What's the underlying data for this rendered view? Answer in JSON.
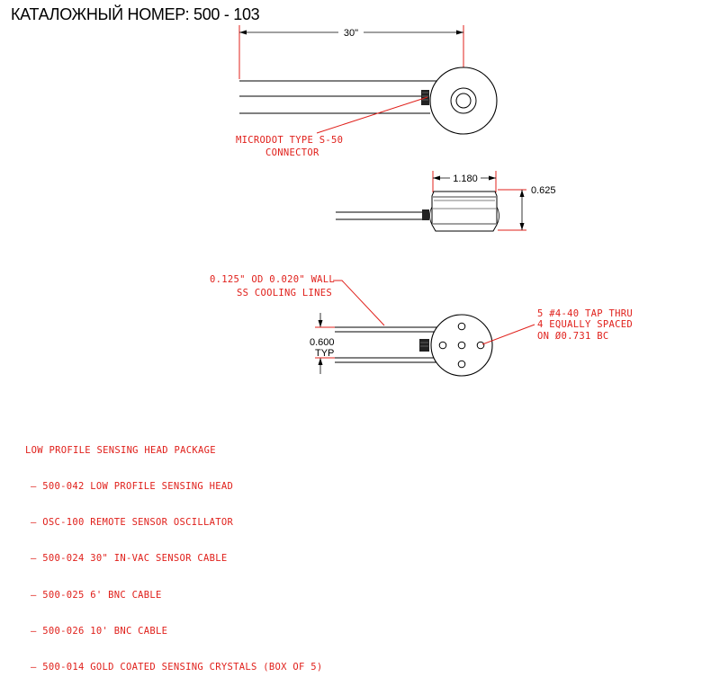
{
  "header": {
    "title": "КАТАЛОЖНЫЙ НОМЕР: 500 - 103"
  },
  "dimensions": {
    "length": "30\"",
    "width": "1.180",
    "height": "0.625",
    "spacing": "0.600",
    "spacing_typ": "TYP"
  },
  "callouts": {
    "connector": [
      "MICRODOT TYPE S-50",
      "CONNECTOR"
    ],
    "cooling": [
      "0.125\" OD 0.020\" WALL",
      "SS COOLING LINES"
    ],
    "taps": [
      "5 #4-40 TAP THRU",
      "4 EQUALLY SPACED",
      "ON Ø0.731 BC"
    ]
  },
  "package": {
    "heading": "LOW PROFILE SENSING HEAD PACKAGE",
    "items": [
      "– 500-042 LOW PROFILE SENSING HEAD",
      "– OSC-100 REMOTE SENSOR OSCILLATOR",
      "– 500-024 30\" IN-VAC SENSOR CABLE",
      "– 500-025 6' BNC CABLE",
      "– 500-026 10' BNC CABLE",
      "– 500-014 GOLD COATED SENSING CRYSTALS (BOX OF 5)"
    ]
  },
  "colors": {
    "annotation": "#e0201b",
    "line": "#000000"
  }
}
